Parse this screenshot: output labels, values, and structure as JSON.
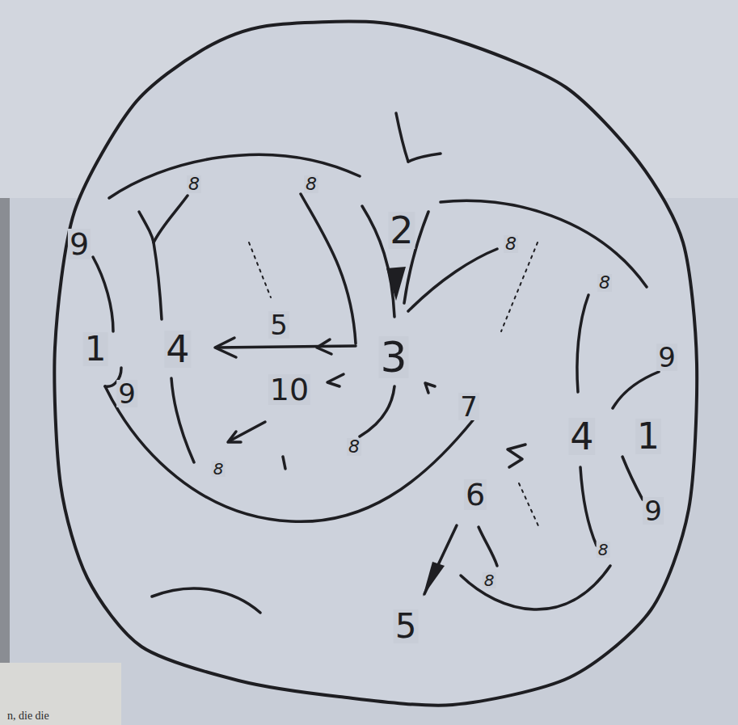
{
  "diagram": {
    "labels": [
      "8",
      "8",
      "2",
      "9",
      "8",
      "8",
      "5",
      "1",
      "4",
      "3",
      "9",
      "9",
      "10",
      "7",
      "4",
      "1",
      "8",
      "8",
      "6",
      "9",
      "8",
      "8",
      "5",
      "n, die die"
    ]
  }
}
